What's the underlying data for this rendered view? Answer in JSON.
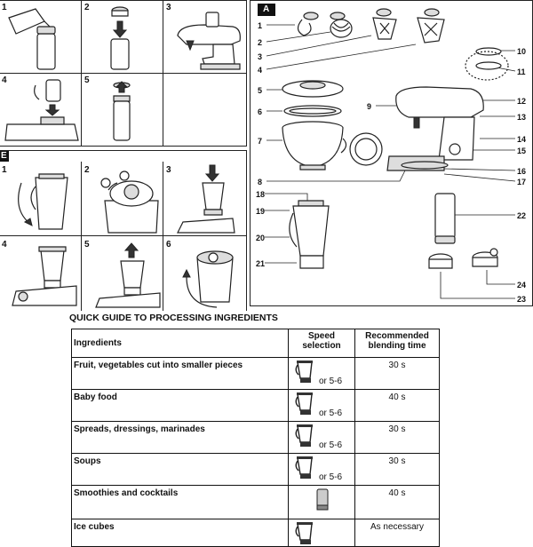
{
  "top_left_steps": [
    "1",
    "2",
    "3",
    "4",
    "5"
  ],
  "blender_section": {
    "tag": "E",
    "steps": [
      "1",
      "2",
      "3",
      "4",
      "5",
      "6"
    ]
  },
  "parts_section": {
    "tag": "A",
    "numbers": [
      "1",
      "2",
      "3",
      "4",
      "5",
      "6",
      "7",
      "8",
      "9",
      "10",
      "11",
      "12",
      "13",
      "14",
      "15",
      "16",
      "17",
      "18",
      "19",
      "20",
      "21",
      "22",
      "23",
      "24"
    ]
  },
  "guide": {
    "title": "QUICK GUIDE TO PROCESSING INGREDIENTS",
    "headers": {
      "ingredients": "Ingredients",
      "speed": "Speed selection",
      "time": "Recommended blending time"
    },
    "rows": [
      {
        "ingredient": "Fruit, vegetables cut into smaller pieces",
        "speed_note": "or 5-6",
        "icon": "blender-jug-icon",
        "time": "30 s"
      },
      {
        "ingredient": "Baby food",
        "speed_note": "or 5-6",
        "icon": "blender-jug-icon",
        "time": "40 s"
      },
      {
        "ingredient": "Spreads, dressings, marinades",
        "speed_note": "or 5-6",
        "icon": "blender-jug-icon",
        "time": "30 s"
      },
      {
        "ingredient": "Soups",
        "speed_note": "or 5-6",
        "icon": "blender-jug-icon",
        "time": "30 s"
      },
      {
        "ingredient": "Smoothies and cocktails",
        "speed_note": "",
        "icon": "smoothie-bottle-icon",
        "time": "40 s"
      },
      {
        "ingredient": "Ice cubes",
        "speed_note": "",
        "icon": "blender-jug-icon",
        "time": "As necessary"
      }
    ]
  }
}
